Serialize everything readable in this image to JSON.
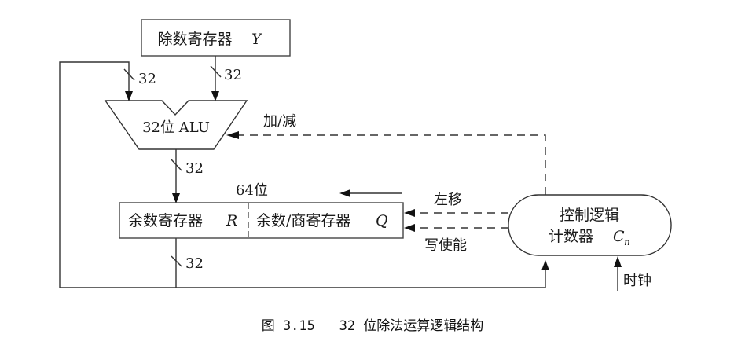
{
  "diagram": {
    "divisor_register": {
      "label": "除数寄存器",
      "var": "Y"
    },
    "alu": {
      "label": "32位 ALU"
    },
    "remainder_register": {
      "label": "余数寄存器",
      "var": "R"
    },
    "quotient_register": {
      "label": "余数/商寄存器",
      "var": "Q"
    },
    "register_width_label": "64位",
    "control": {
      "line1": "控制逻辑",
      "line2": "计数器",
      "var": "C",
      "sub": "n"
    },
    "bus_widths": {
      "feedback_to_alu": "32",
      "divisor_to_alu": "32",
      "alu_to_register": "32",
      "register_out": "32"
    },
    "signals": {
      "add_sub": "加/减",
      "shift_left": "左移",
      "write_enable": "写使能",
      "clock": "时钟"
    }
  },
  "caption": "图 3.15   32 位除法运算逻辑结构"
}
